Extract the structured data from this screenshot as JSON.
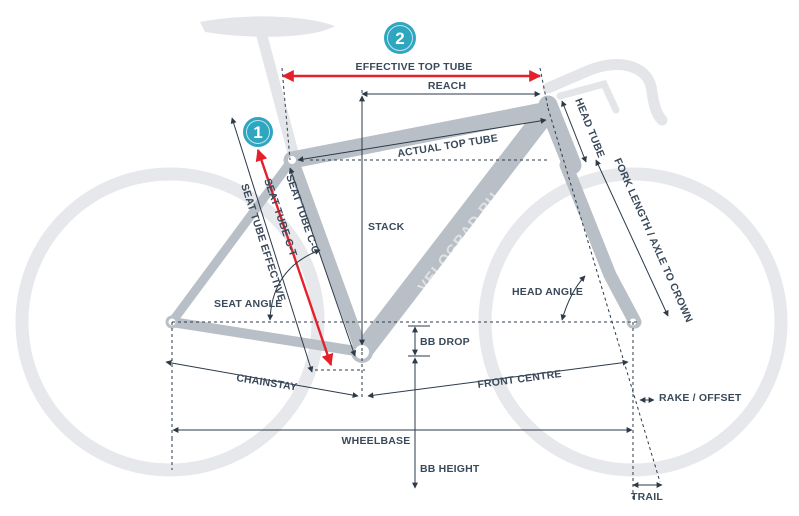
{
  "labels": {
    "effective_top_tube": "EFFECTIVE TOP TUBE",
    "reach": "REACH",
    "head_tube": "HEAD TUBE",
    "actual_top_tube": "ACTUAL TOP TUBE",
    "seat_tube_ct": "SEAT TUBE C-T",
    "seat_tube_cc": "SEAT TUBE C-C",
    "seat_tube_effective": "SEAT TUBE EFFECTIVE",
    "stack": "STACK",
    "fork_length": "FORK LENGTH / AXLE TO CROWN",
    "head_angle": "HEAD ANGLE",
    "seat_angle": "SEAT ANGLE",
    "bb_drop": "BB DROP",
    "chainstay": "CHAINSTAY",
    "front_centre": "FRONT CENTRE",
    "rake_offset": "RAKE / OFFSET",
    "wheelbase": "WHEELBASE",
    "bb_height": "BB HEIGHT",
    "trail": "TRAIL"
  },
  "badges": {
    "seat_tube_badge": "1",
    "top_tube_badge": "2"
  },
  "watermark": "VELOGRAD.RU",
  "colors": {
    "frame": "#b9bfc6",
    "wheel": "#e6e8eb",
    "ghost_parts": "#e3e5e8",
    "dimension_line": "#2d3a48",
    "highlight": "#e4202a",
    "badge": "#2fa6c0"
  }
}
